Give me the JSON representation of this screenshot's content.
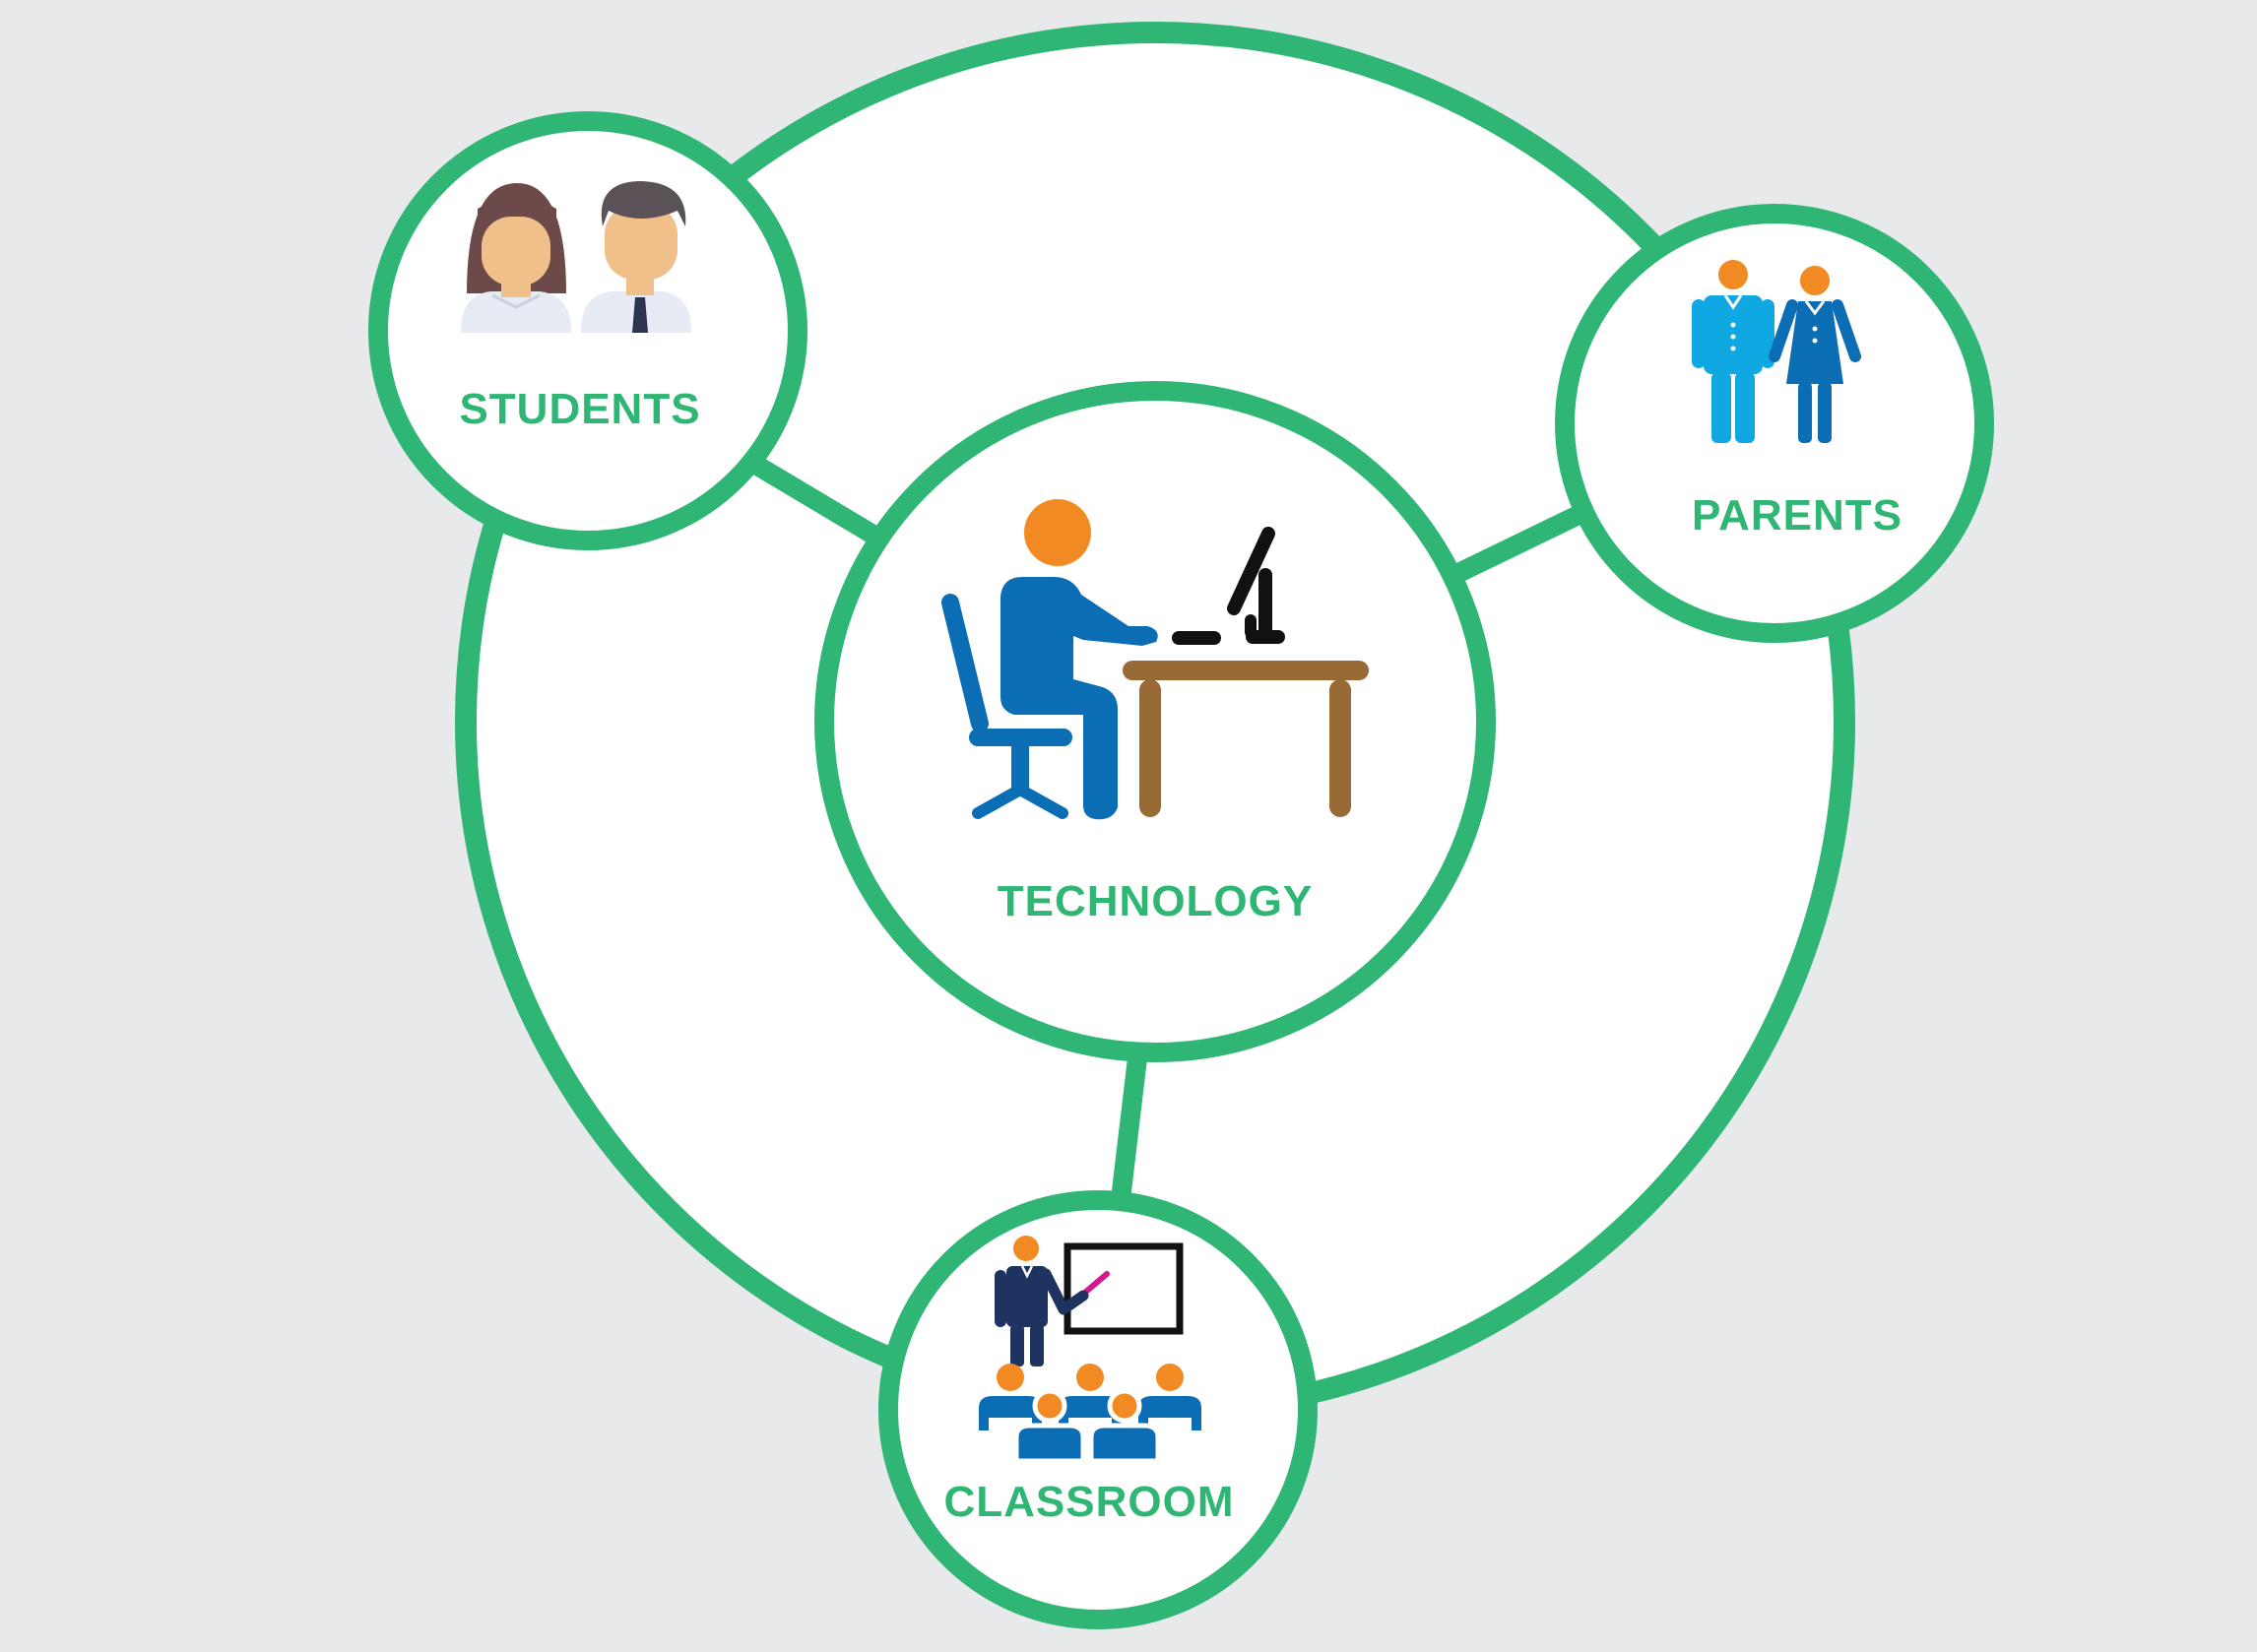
{
  "colors": {
    "background": "#e8e9eb",
    "ring": "#2fb574",
    "label": "#2fb574",
    "fill": "#ffffff",
    "orange": "#f28a24",
    "blue_dark": "#0b6db3",
    "blue_light": "#10a8e2",
    "navy": "#1f3360",
    "brown": "#986a36",
    "black": "#111111",
    "magenta": "#d1188d",
    "skin": "#f1c08a",
    "hair_brown": "#6b4a49",
    "hair_grey": "#5a5257",
    "shirt": "#e7ebf3"
  },
  "nodes": {
    "center": {
      "label": "TECHNOLOGY",
      "icon": "person-at-computer-desk-icon"
    },
    "students": {
      "label": "STUDENTS",
      "icon": "two-students-icon"
    },
    "parents": {
      "label": "PARENTS",
      "icon": "man-and-woman-parents-icon"
    },
    "classroom": {
      "label": "CLASSROOM",
      "icon": "teacher-with-board-and-class-icon"
    }
  }
}
